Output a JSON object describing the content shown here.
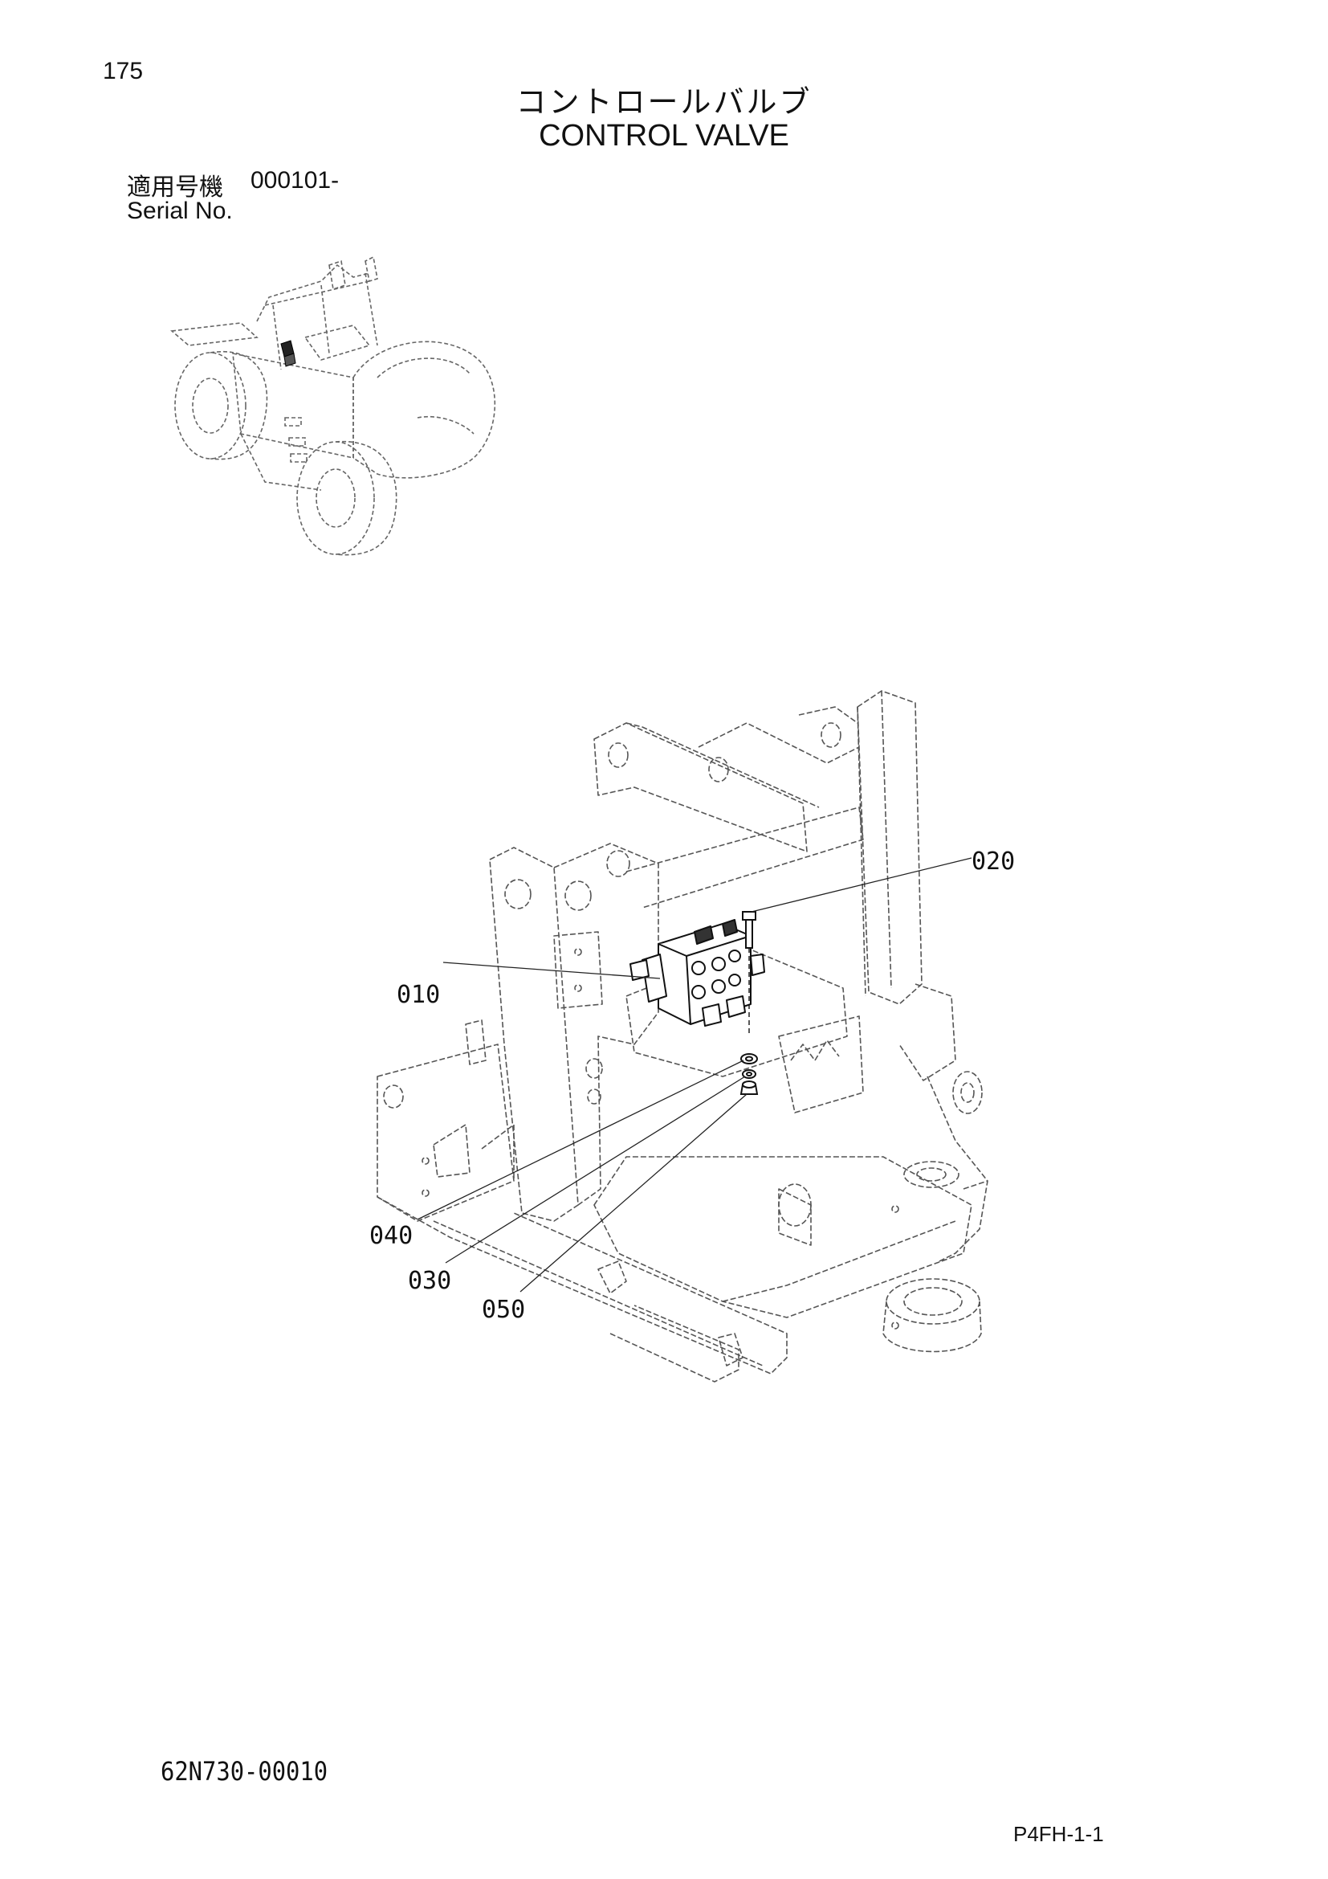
{
  "header": {
    "page_number": "175",
    "title_jp": "コントロールバルブ",
    "title_en": "CONTROL VALVE"
  },
  "serial": {
    "label_jp": "適用号機",
    "value": "000101-",
    "label_en": "Serial No."
  },
  "callouts": {
    "c010": "010",
    "c020": "020",
    "c030": "030",
    "c040": "040",
    "c050": "050"
  },
  "footer": {
    "diagram_code": "62N730-00010",
    "figure_code": "P4FH-1-1"
  }
}
